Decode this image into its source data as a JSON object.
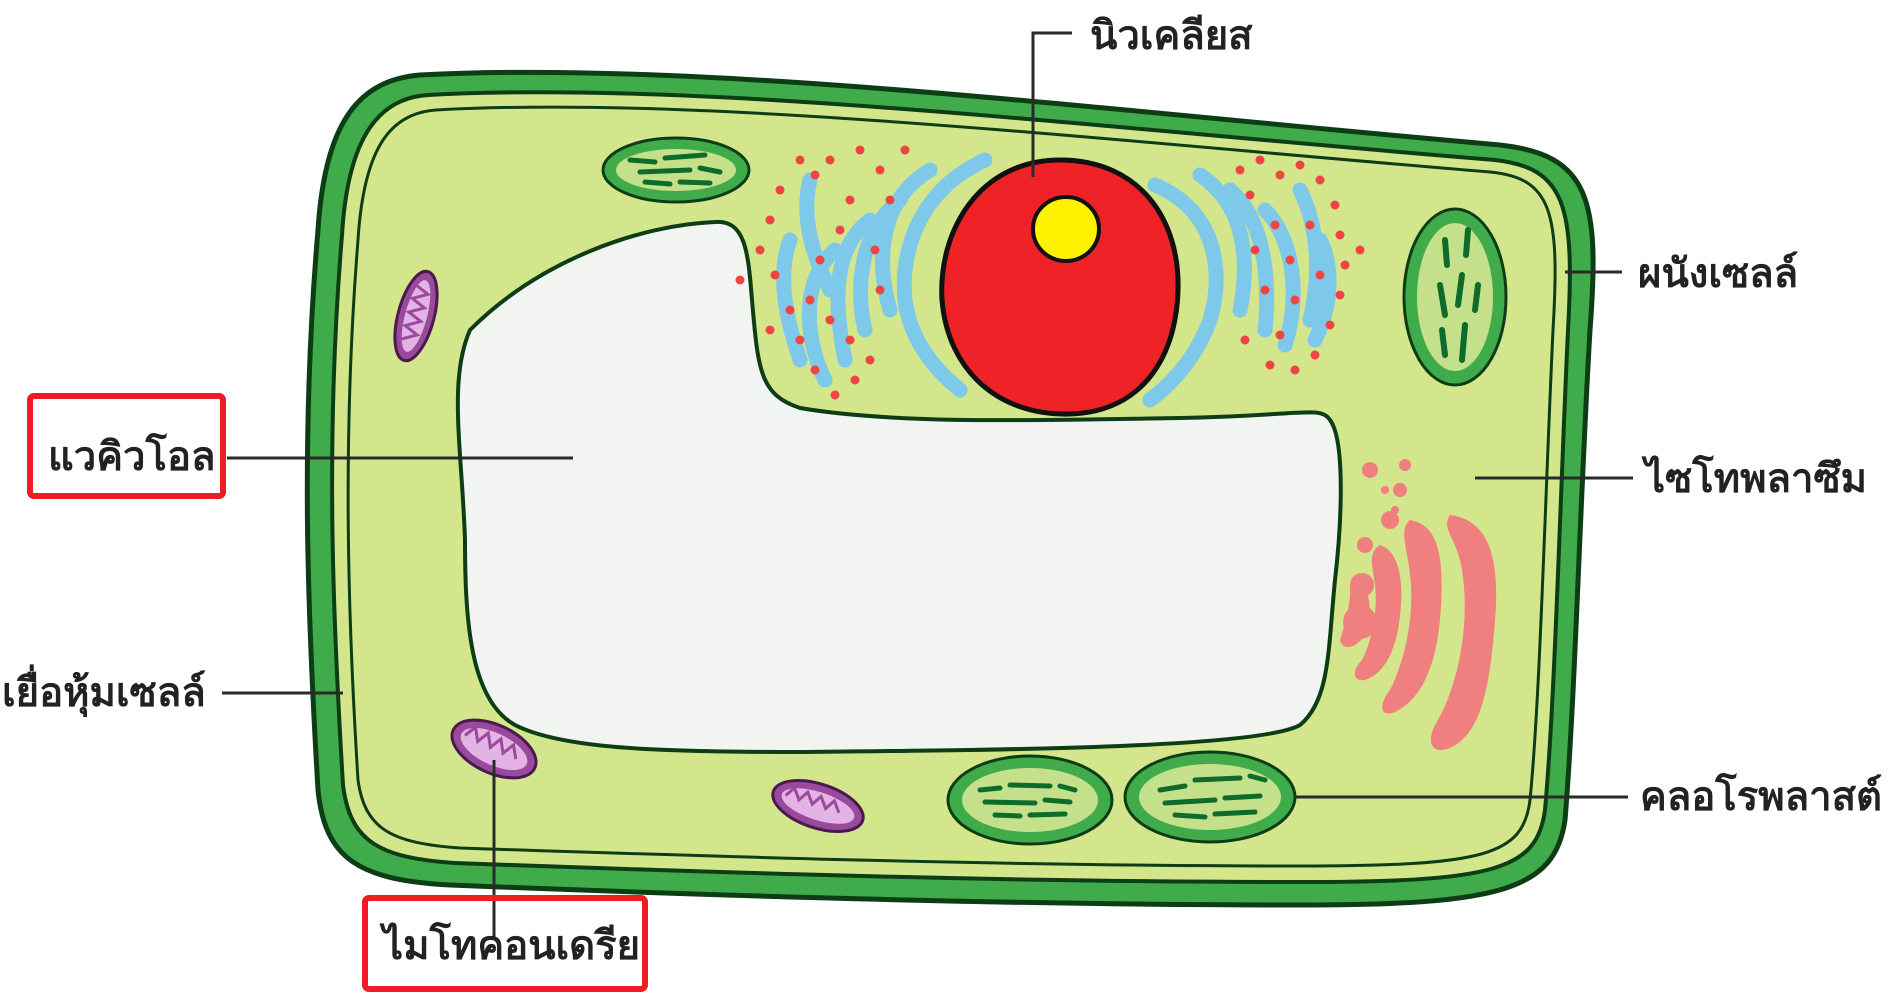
{
  "labels": {
    "nucleus": "นิวเคลียส",
    "cell_wall": "ผนังเซลล์",
    "vacuole": "แวคิวโอล",
    "cytoplasm": "ไซโทพลาซึม",
    "cell_membrane": "เยื่อหุ้มเซลล์",
    "chloroplast": "คลอโรพลาสต์",
    "mitochondria": "ไมโทคอนเดรีย"
  },
  "highlighted": [
    "vacuole",
    "mitochondria"
  ],
  "colors": {
    "cell_wall": "#3fab4a",
    "cytoplasm": "#d4e68c",
    "vacuole": "#f2f4f2",
    "nucleus": "#ee2227",
    "nucleolus": "#fff200",
    "er": "#7ec8ea",
    "ribosome": "#ef4444",
    "golgi": "#f08080",
    "chloroplast_outer": "#3fab4a",
    "chloroplast_inner": "#c5e08b",
    "thylakoid": "#0e6b2a",
    "mitochondria": "#9a4a9c",
    "highlight_box": "#ee1c25"
  }
}
